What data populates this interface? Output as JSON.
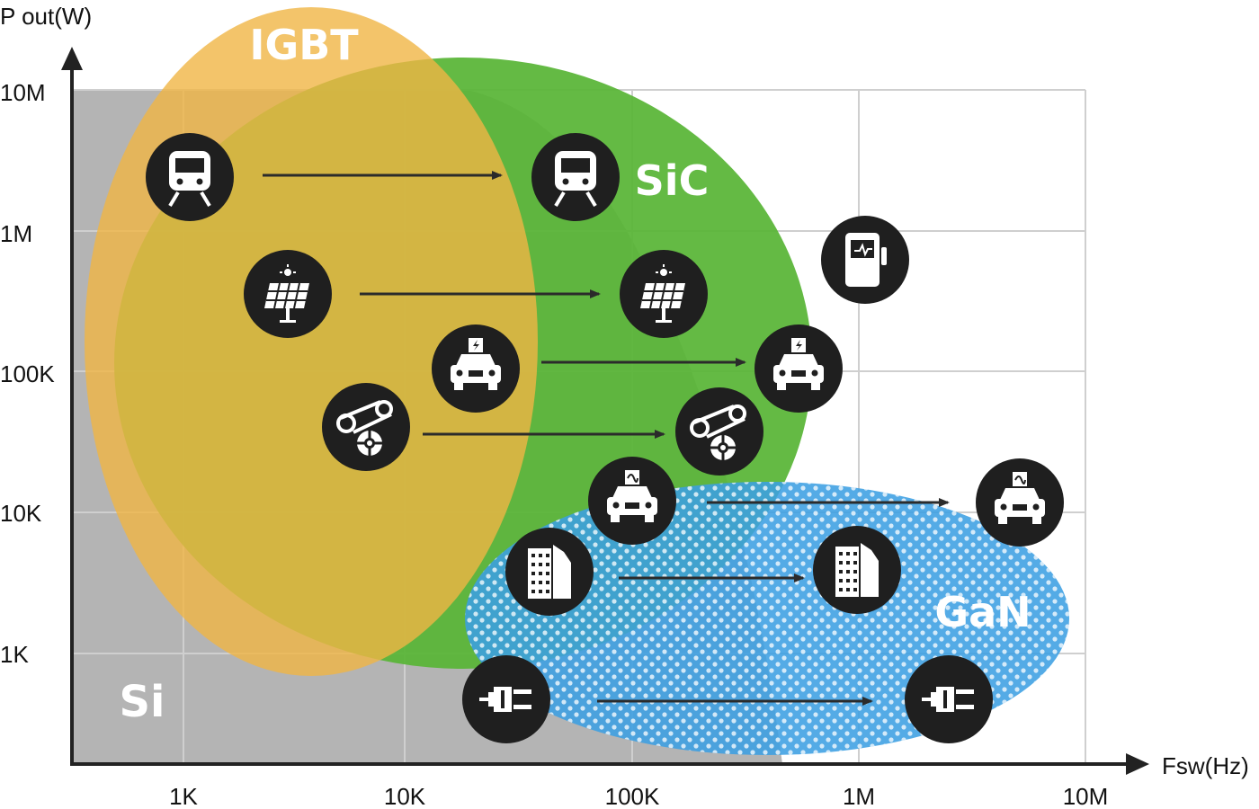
{
  "axes": {
    "y_title": "P out(W)",
    "x_title": "Fsw(Hz)",
    "y_ticks": [
      "10M",
      "1M",
      "100K",
      "10K",
      "1K"
    ],
    "x_ticks": [
      "1K",
      "10K",
      "100K",
      "1M",
      "10M"
    ]
  },
  "regions": {
    "si": {
      "label": "Si",
      "color": "#b4b4b4"
    },
    "igbt": {
      "label": "IGBT",
      "color": "#f0b545"
    },
    "sic": {
      "label": "SiC",
      "color": "#58b536"
    },
    "gan": {
      "label": "GaN",
      "color": "#3c9fe2"
    }
  },
  "icons": {
    "train": "train-icon",
    "solar": "solar-panel-icon",
    "ev": "electric-car-icon",
    "motor": "motor-drive-icon",
    "ev_charger": "ev-charger-icon",
    "hybrid": "hybrid-car-icon",
    "building": "building-icon",
    "plug": "power-plug-icon"
  },
  "colors": {
    "icon_bg": "#1f1f1f",
    "arrow": "#2b2b2b"
  }
}
